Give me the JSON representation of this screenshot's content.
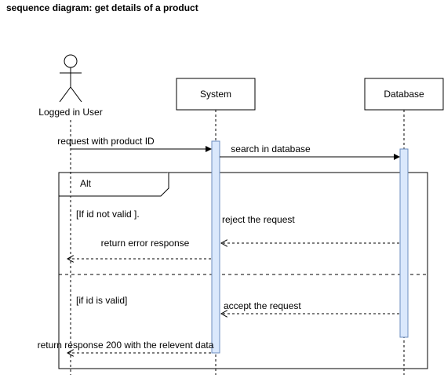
{
  "diagram": {
    "title": "sequence diagram: get details of a product",
    "participants": {
      "user": "Logged in User",
      "system": "System",
      "database": "Database"
    },
    "messages": {
      "request": "request with product ID",
      "search": "search in database",
      "reject": "reject the request",
      "error": "return error response",
      "accept": "accept the request",
      "response": "return response 200 with the relevent data"
    },
    "alt": {
      "label": "Alt",
      "guard1": "[If id not valid ].",
      "guard2": "[if id is valid]"
    },
    "colors": {
      "activation_fill": "#dae8fc",
      "activation_stroke": "#6c8ebf"
    }
  }
}
